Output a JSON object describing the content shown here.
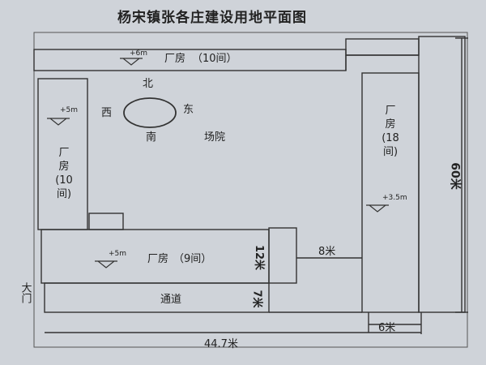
{
  "title": "杨宋镇张各庄建设用地平面图",
  "buildings": {
    "top": {
      "name": "厂房",
      "count": "（10间）",
      "elevation": "+6m"
    },
    "left": {
      "chars": [
        "厂",
        "房",
        "(10",
        "间)"
      ],
      "elevation": "+5m"
    },
    "right": {
      "chars": [
        "厂",
        "房",
        "(18",
        "间)"
      ],
      "elevation": "+3.5m"
    },
    "middle": {
      "name": "厂房",
      "count": "（9间）",
      "elevation": "+5m"
    }
  },
  "compass": {
    "north": "北",
    "south": "南",
    "east": "东",
    "west": "西"
  },
  "courtyard": "场院",
  "passage": "通道",
  "gate": "大门",
  "dimensions": {
    "gap": "8米",
    "middle_depth": "12米",
    "passage_depth": "7米",
    "total_width": "44.7米",
    "right_width": "6米",
    "total_height": "60米"
  }
}
